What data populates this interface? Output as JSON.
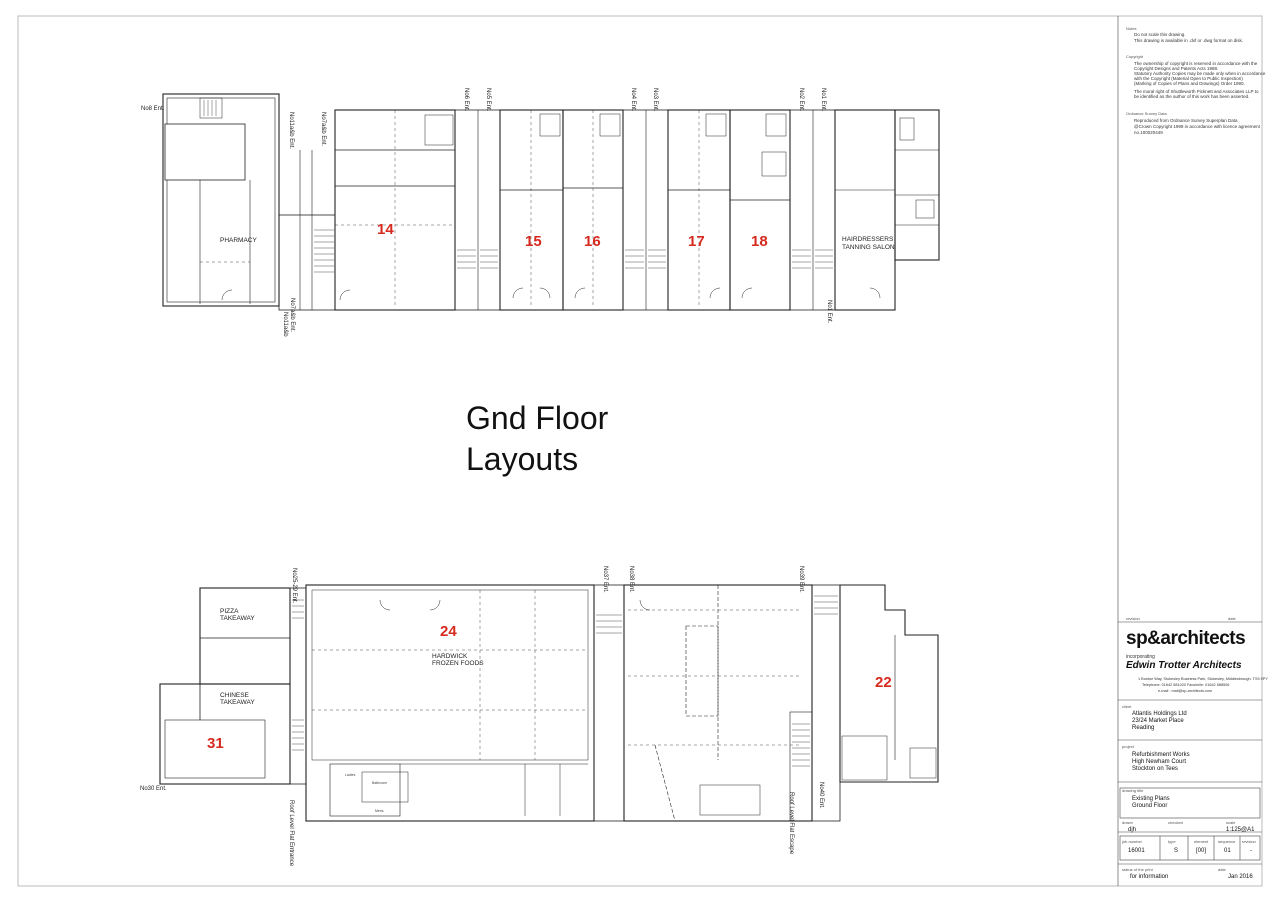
{
  "drawing": {
    "heading_line1": "Gnd Floor",
    "heading_line2": "Layouts",
    "units": [
      {
        "num": "14"
      },
      {
        "num": "15"
      },
      {
        "num": "16"
      },
      {
        "num": "17"
      },
      {
        "num": "18"
      },
      {
        "num": "24"
      },
      {
        "num": "31"
      },
      {
        "num": "22"
      }
    ],
    "rooms": {
      "pharmacy": "PHARMACY",
      "hairdressers1": "HAIRDRESSERS",
      "hairdressers2": "TANNING SALON",
      "pizza1": "PIZZA",
      "pizza2": "TAKEAWAY",
      "chinese1": "CHINESE",
      "chinese2": "TAKEAWAY",
      "hardwick1": "HARDWICK",
      "hardwick2": "FROZEN FOODS",
      "ladies": "Ladies",
      "bathroom": "Bathroom",
      "mens": "Mens"
    },
    "entrances": {
      "no8": "No8 Ent.",
      "no11ab": "No11a&b Ent.",
      "no7ab_top": "No7a&b Ent.",
      "no6": "No6 Ent.",
      "no5": "No5 Ent.",
      "no4": "No4 Ent.",
      "no3": "No3 Ent.",
      "no2": "No2 Ent.",
      "no1": "No1 Ent.",
      "no11ab_bot": "No11a&b",
      "no7ab_bot": "No7a&b Ent.",
      "no1_bot": "No1 Ent.",
      "no25_29": "No25-29 Ent.",
      "no30": "No30 Ent.",
      "no37": "No37 Ent.",
      "no38": "No38 Ent.",
      "no39": "No39 Ent.",
      "no40": "No40 Ent.",
      "roof1": "Roof Level Flat Entrance",
      "roof2": "Roof Level Flat Escape"
    }
  },
  "title_block": {
    "notes_label": "Notes",
    "notes_1": "Do not scale this drawing.",
    "notes_2": "This drawing is available in .dxf or .dwg format on disk.",
    "copyright_label": "Copyright",
    "copyright_1": "The ownership of copyright is reserved in accordance with the",
    "copyright_2": "Copyright Designs and Patents Acts 1988.",
    "copyright_3": "Statutory Authority Copies may be made only when in accordance",
    "copyright_4": "with the Copyright (Material Open to Public Inspection)",
    "copyright_5": "(Marking of Copies of Plans and Drawings) Order 1990.",
    "copyright_6": "The moral right of Shuttleworth Picknett and Associates LLP to",
    "copyright_7": "be identified as the author of this work has been asserted.",
    "survey_label": "Ordnance Survey Data",
    "survey_1": "Reproduced from Ordnance Survey Superplan Data",
    "survey_2": "@Crown Copyright 1999 in accordance with licence agreement",
    "survey_3": "no.100020449",
    "revision_label": "revision",
    "date_label": "date",
    "logo": "sp&architects",
    "incorporating": "incorporating",
    "firm": "Edwin Trotter Architects",
    "address": "1 Bunton Way, Stokesley Business Park, Stokesley, Middlesbrough. TS9 5PY",
    "tel": "Telephone: 01642 581020  Facsimile: 01642 588506",
    "email": "e-mail : mail@sp-architects.com",
    "client_label": "client",
    "client_1": "Atlantis Holdings Ltd",
    "client_2": "23/24 Market Place",
    "client_3": "Reading",
    "project_label": "project",
    "project_1": "Refurbishment Works",
    "project_2": "High Newham Court",
    "project_3": "Stockton on Tees",
    "drawing_title_label": "drawing title",
    "drawing_title_1": "Existing Plans",
    "drawing_title_2": "Ground Floor",
    "drawn_label": "drawn",
    "drawn_val": "djh",
    "checked_label": "checked",
    "scale_label": "scale",
    "scale_val": "1:125@A1",
    "job_label": "job number",
    "job_val": "16001",
    "type_label": "type",
    "type_val": "S",
    "element_label": "element",
    "element_val": "[00]",
    "sequence_label": "sequence",
    "sequence_val": "01",
    "revision_label2": "revision",
    "revision_val": "-",
    "status_label": "status of the print",
    "status_val": "for information",
    "date_label2": "date",
    "date_val": "Jan 2016"
  }
}
